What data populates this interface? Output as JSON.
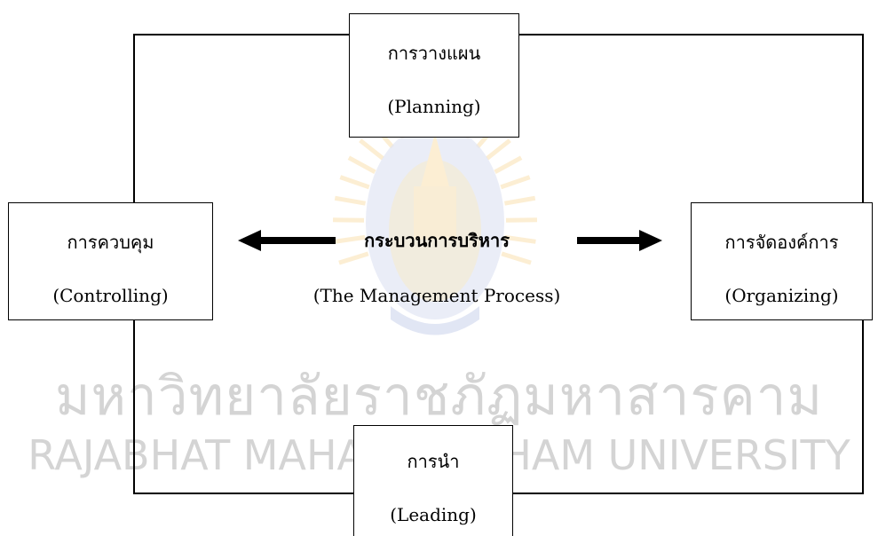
{
  "diagram": {
    "center": {
      "title": "กระบวนการบริหาร",
      "subtitle": "(The Management Process)"
    },
    "nodes": {
      "planning": {
        "thai": "การวางแผน",
        "english": "(Planning)"
      },
      "controlling": {
        "thai": "การควบคุม",
        "english": "(Controlling)"
      },
      "organizing": {
        "thai": "การจัดองค์การ",
        "english": "(Organizing)"
      },
      "leading": {
        "thai": "การนำ",
        "english": "(Leading)"
      }
    },
    "arrows": [
      {
        "from": "center",
        "to": "controlling",
        "direction": "left"
      },
      {
        "from": "center",
        "to": "organizing",
        "direction": "right"
      }
    ]
  },
  "watermark": {
    "thai": "มหาวิทยาลัยราชภัฏมหาสารคาม",
    "english": "RAJABHAT MAHASARAKHAM UNIVERSITY",
    "seal_colors": [
      "#f2b43c",
      "#7a8fd0",
      "#c9a23a"
    ]
  }
}
